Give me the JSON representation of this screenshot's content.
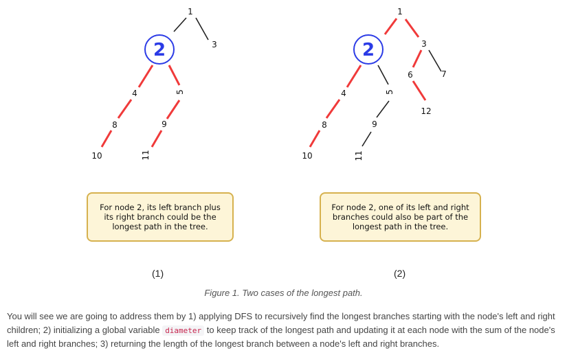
{
  "figure": {
    "tree1": {
      "nodes": {
        "n1": "1",
        "n2": "2",
        "n3": "3",
        "n4": "4",
        "n5": "5",
        "n8": "8",
        "n9": "9",
        "n10": "10",
        "n11": "11"
      },
      "note": [
        "For node 2, its left branch plus",
        "its right branch could be the",
        "longest path in the tree."
      ],
      "panel": "(1)"
    },
    "tree2": {
      "nodes": {
        "n1": "1",
        "n2": "2",
        "n3": "3",
        "n4": "4",
        "n5": "5",
        "n6": "6",
        "n7": "7",
        "n8": "8",
        "n9": "9",
        "n10": "10",
        "n11": "11",
        "n12": "12"
      },
      "note": [
        "For node 2, one of its left and right",
        "branches could also be part of the",
        "longest path in the tree."
      ],
      "panel": "(2)"
    },
    "colors": {
      "highlight_edge": "#f03a3a",
      "normal_edge": "#222222",
      "circle": "#2b3be6",
      "note_bg": "#fdf5d8",
      "note_border": "#d6b14e"
    },
    "caption": "Figure 1. Two cases of the longest path."
  },
  "paragraph": {
    "before": "You will see we are going to address them by 1) applying DFS to recursively find the longest branches starting with the node's left and right children; 2) initializing a global variable ",
    "code": "diameter",
    "after": " to keep track of the longest path and updating it at each node with the sum of the node's left and right branches; 3) returning the length of the longest branch between a node's left and right branches."
  }
}
